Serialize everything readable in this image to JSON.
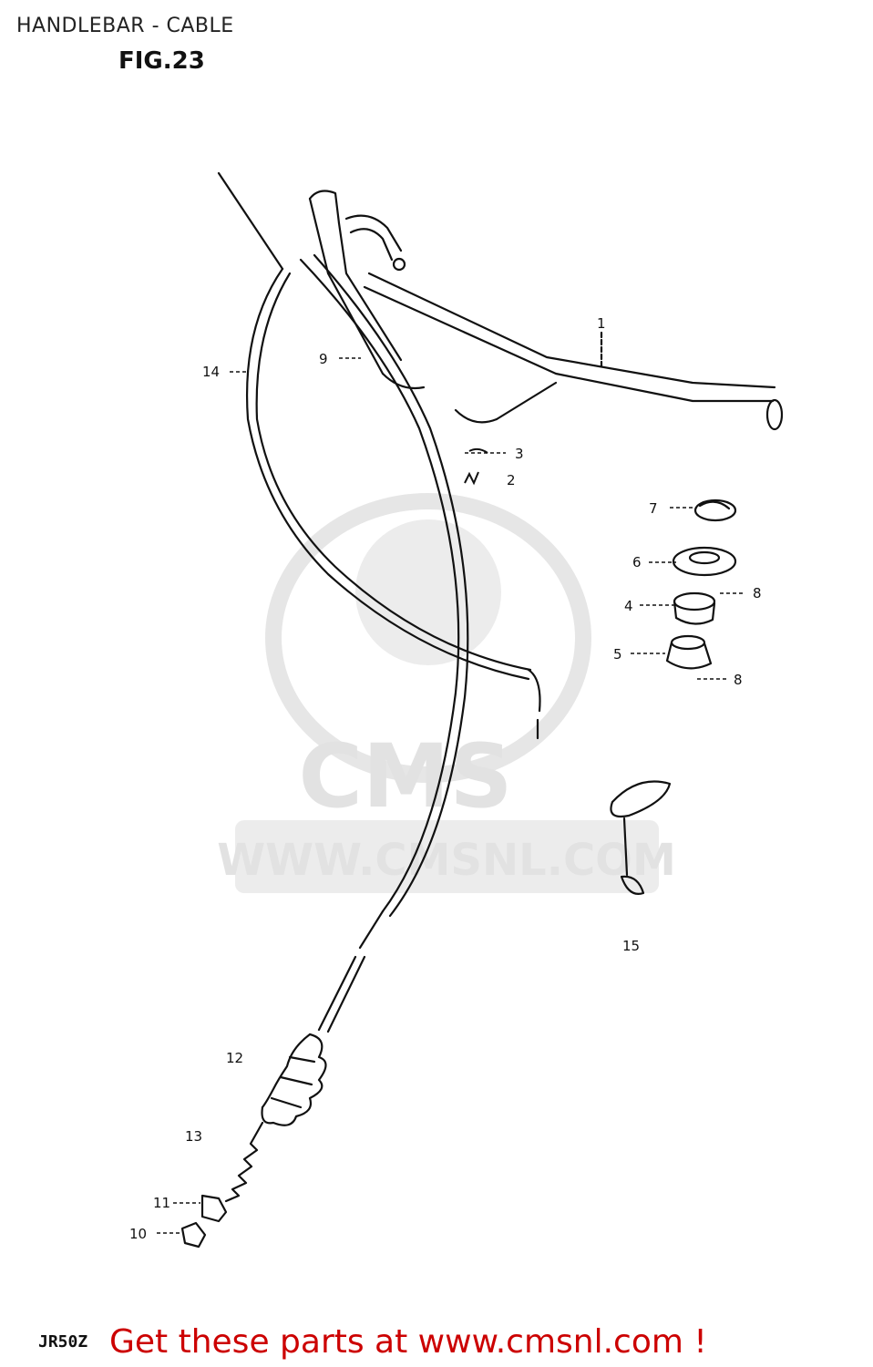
{
  "header": {
    "title": "HANDLEBAR - CABLE",
    "figure": "FIG.23"
  },
  "watermark": {
    "brand": "CMS",
    "url": "WWW.CMSNL.COM",
    "color": "#e2e2e2"
  },
  "callouts": {
    "c1": "1",
    "c2": "2",
    "c3": "3",
    "c4": "4",
    "c5": "5",
    "c6": "6",
    "c7": "7",
    "c8a": "8",
    "c8b": "8",
    "c9": "9",
    "c10": "10",
    "c11": "11",
    "c12": "12",
    "c13": "13",
    "c14": "14",
    "c15": "15"
  },
  "footer": {
    "model_code": "JR50Z",
    "promo_text": "Get these parts at www.cmsnl.com !",
    "promo_color": "#cc0000"
  }
}
